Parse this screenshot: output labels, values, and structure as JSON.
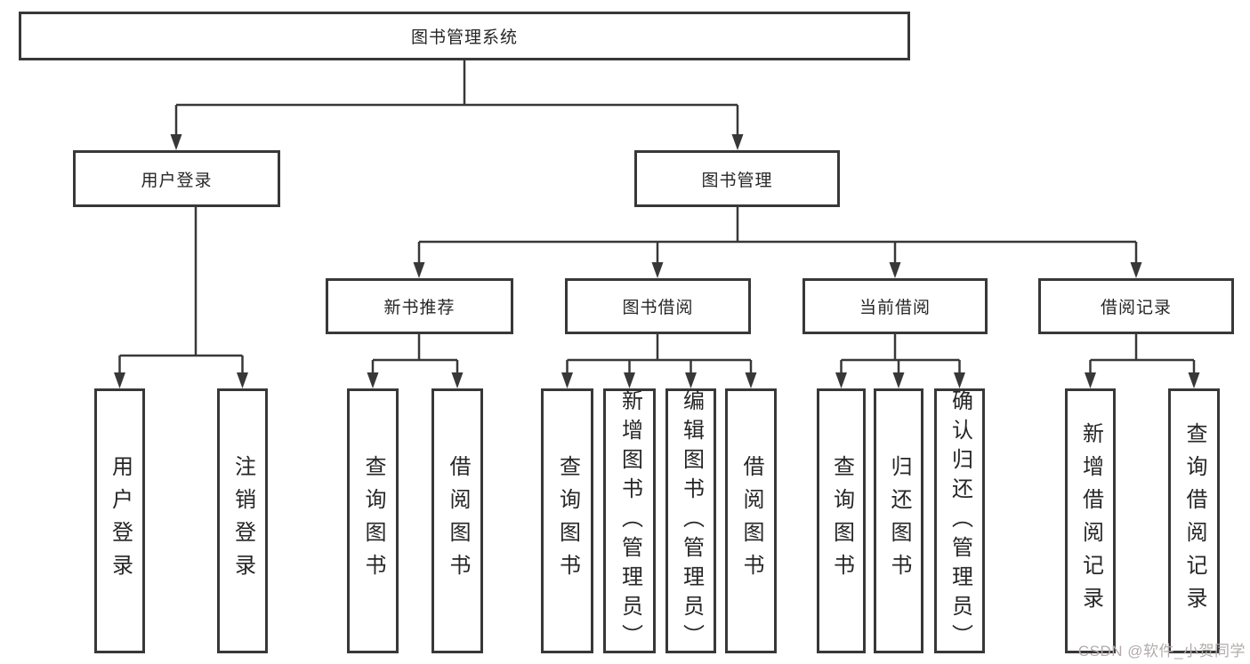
{
  "diagram": {
    "title": "图书管理系统",
    "level2": {
      "user_login": "用户登录",
      "book_management": "图书管理"
    },
    "level3": {
      "new_book_recommend": "新书推荐",
      "book_borrow": "图书借阅",
      "current_borrow": "当前借阅",
      "borrow_records": "借阅记录"
    },
    "leaves": {
      "user_login": "用户登录",
      "logout": "注销登录",
      "query_books_recommend": "查询图书",
      "borrow_books_recommend": "借阅图书",
      "query_books_borrow": "查询图书",
      "add_book_admin": "新增图书（管理员）",
      "edit_book_admin": "编辑图书（管理员）",
      "borrow_books_borrow": "借阅图书",
      "query_books_current": "查询图书",
      "return_book": "归还图书",
      "confirm_return_admin": "确认归还（管理员）",
      "add_borrow_record": "新增借阅记录",
      "query_borrow_record": "查询借阅记录"
    }
  },
  "watermark": "CSDN @软件_小贺同学",
  "colors": {
    "line": "#383838",
    "text": "#262626",
    "watermark": "#b3abab",
    "background": "#ffffff"
  }
}
